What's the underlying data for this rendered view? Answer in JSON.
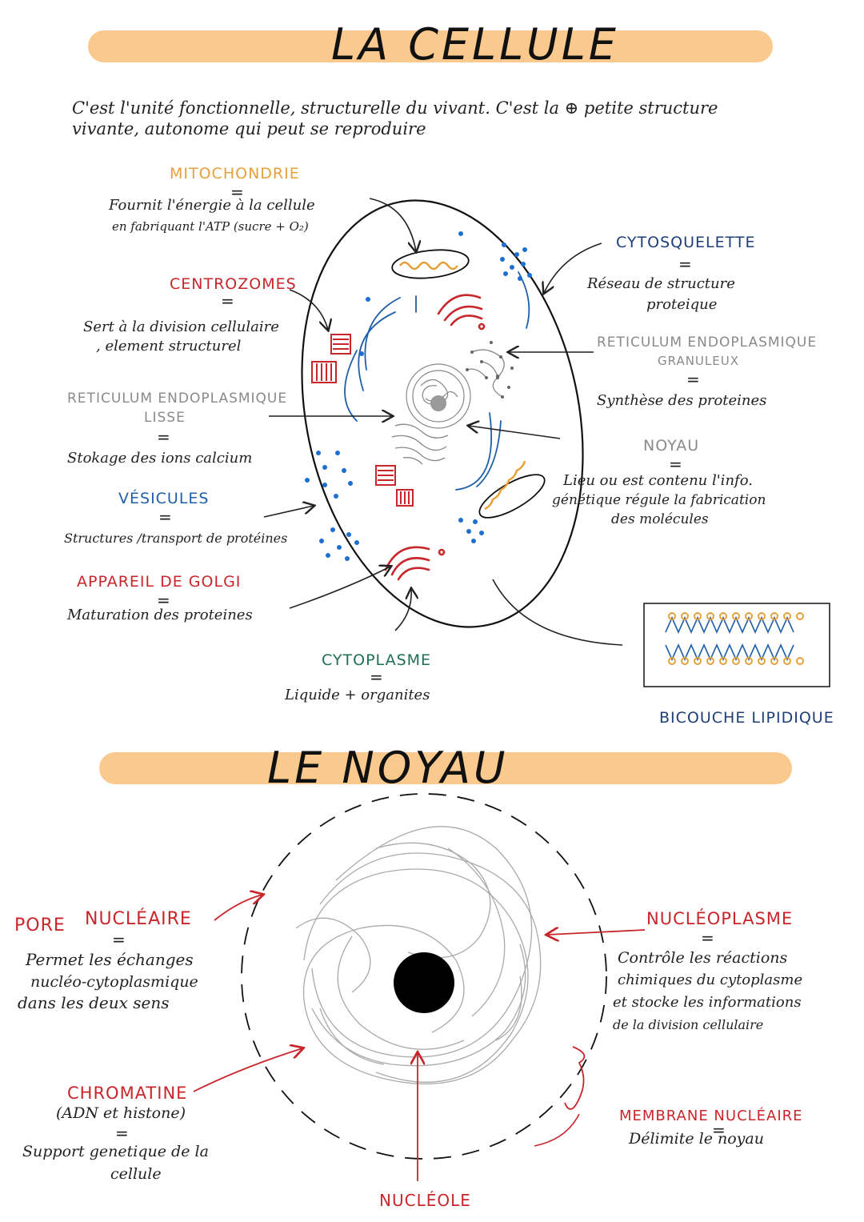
{
  "cell_section": {
    "title": "LA CELLULE",
    "intro_line1": "C'est l'unité fonctionnelle, structurelle du vivant. C'est la ⊕ petite structure",
    "intro_line2": "vivante, autonome qui peut se reproduire",
    "mitochondrie": {
      "label": "MITOCHONDRIE",
      "desc1": "Fournit l'énergie à la cellule",
      "desc2": "en fabriquant l'ATP (sucre + O₂)"
    },
    "centrosomes": {
      "label": "CENTROZOMES",
      "desc1": "Sert à la division cellulaire",
      "desc2": ", element structurel"
    },
    "reticulum_lisse": {
      "label1": "RETICULUM ENDOPLASMIQUE",
      "label2": "LISSE",
      "desc": "Stokage des ions calcium"
    },
    "vesicules": {
      "label": "VÉSICULES",
      "desc": "Structures /transport de protéines"
    },
    "golgi": {
      "label": "APPAREIL DE GOLGI",
      "desc": "Maturation des proteines"
    },
    "cytoplasme": {
      "label": "CYTOPLASME",
      "desc": "Liquide + organites"
    },
    "cytosquelette": {
      "label": "CYTOSQUELETTE",
      "desc1": "Réseau de structure",
      "desc2": "proteique"
    },
    "reticulum_granuleux": {
      "label1": "RETICULUM ENDOPLASMIQUE",
      "label2": "GRANULEUX",
      "desc": "Synthèse des proteines"
    },
    "noyau": {
      "label": "NOYAU",
      "desc1": "Lieu ou est contenu l'info.",
      "desc2": "génétique régule la fabrication",
      "desc3": "des molécules"
    },
    "bicouche": {
      "label": "BICOUCHE LIPIDIQUE"
    }
  },
  "nucleus_section": {
    "title": "LE NOYAU",
    "pore": {
      "label1": "PORE",
      "label2": "NUCLÉAIRE",
      "desc1": "Permet les échanges",
      "desc2": "nucléo-cytoplasmique",
      "desc3": "dans les deux sens"
    },
    "nucleoplasme": {
      "label": "NUCLÉOPLASME",
      "desc1": "Contrôle les réactions",
      "desc2": "chimiques du cytoplasme",
      "desc3": "et stocke les informations",
      "desc4": "de la division cellulaire"
    },
    "chromatine": {
      "label": "CHROMATINE",
      "sub": "(ADN et histone)",
      "desc1": "Support genetique de la",
      "desc2": "cellule"
    },
    "membrane": {
      "label": "MEMBRANE NUCLÉAIRE",
      "desc": "Délimite le noyau"
    },
    "nucleole": {
      "label": "NUCLÉOLE"
    }
  },
  "equals_sign": "=",
  "colors": {
    "title_bar": "#f9c98e",
    "orange": "#e8a13a",
    "red": "#c8262b",
    "blue": "#1f5fa8",
    "grey": "#8a8a8a",
    "green": "#1f6e55",
    "navy": "#1e3e7a"
  }
}
